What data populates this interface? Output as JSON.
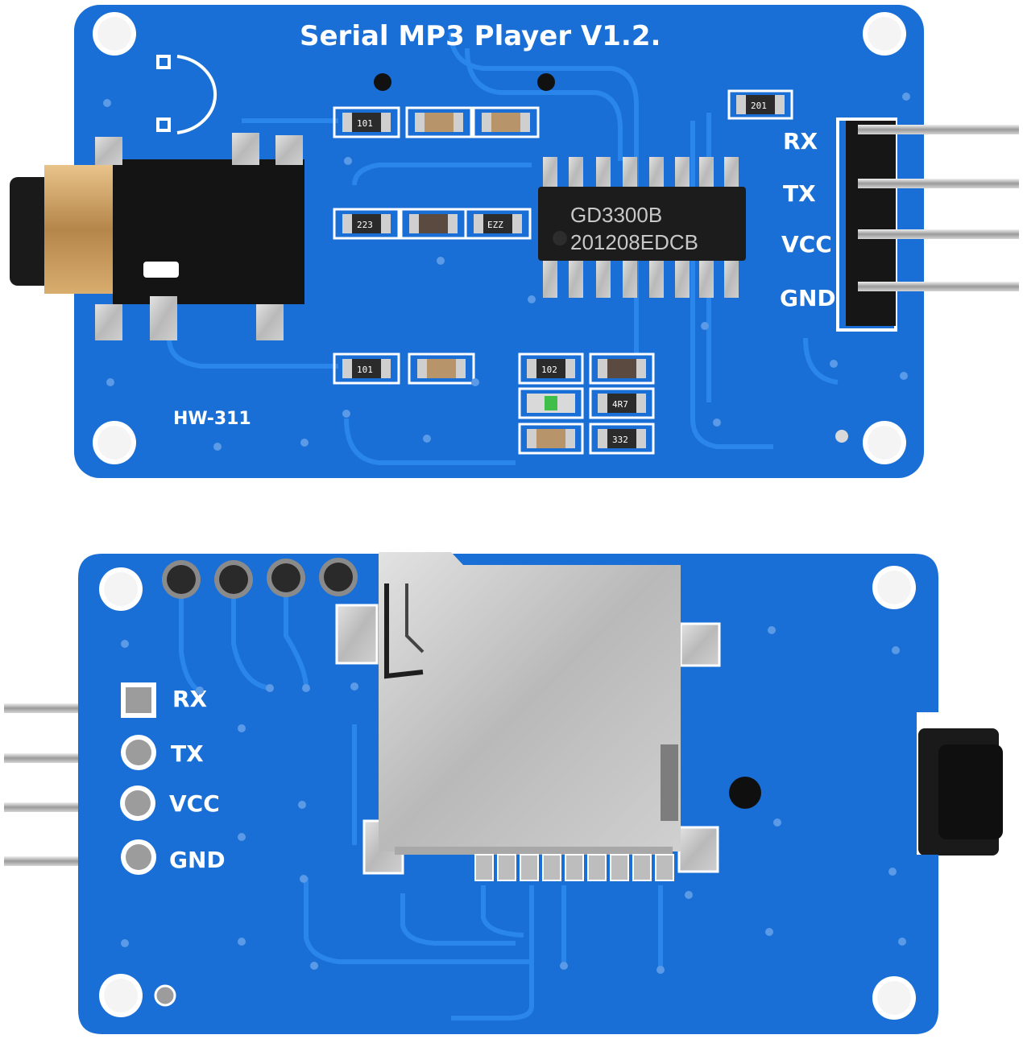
{
  "colors": {
    "pcb": "#1a6fd6",
    "pcb_dark": "#1358b8",
    "trace": "#2a86ea",
    "silkscreen": "#ffffff",
    "metal": "#c9c9c9",
    "gold": "#c79a55",
    "chip": "#1c1c1c"
  },
  "front_board": {
    "title": "Serial MP3 Player V1.2.",
    "model": "HW-311",
    "chip_line1": "GD3300B",
    "chip_line2": "201208EDCB",
    "pins": [
      "RX",
      "TX",
      "VCC",
      "GND"
    ],
    "resistors_top": [
      "101"
    ],
    "resistors_mid": [
      "223",
      "EZZ"
    ],
    "resistors_bottom": [
      "101",
      "102",
      "4R7",
      "332"
    ],
    "resistor_topright": "201"
  },
  "back_board": {
    "pins": [
      "RX",
      "TX",
      "VCC",
      "GND"
    ],
    "component": "micro-sd-card-slot"
  }
}
